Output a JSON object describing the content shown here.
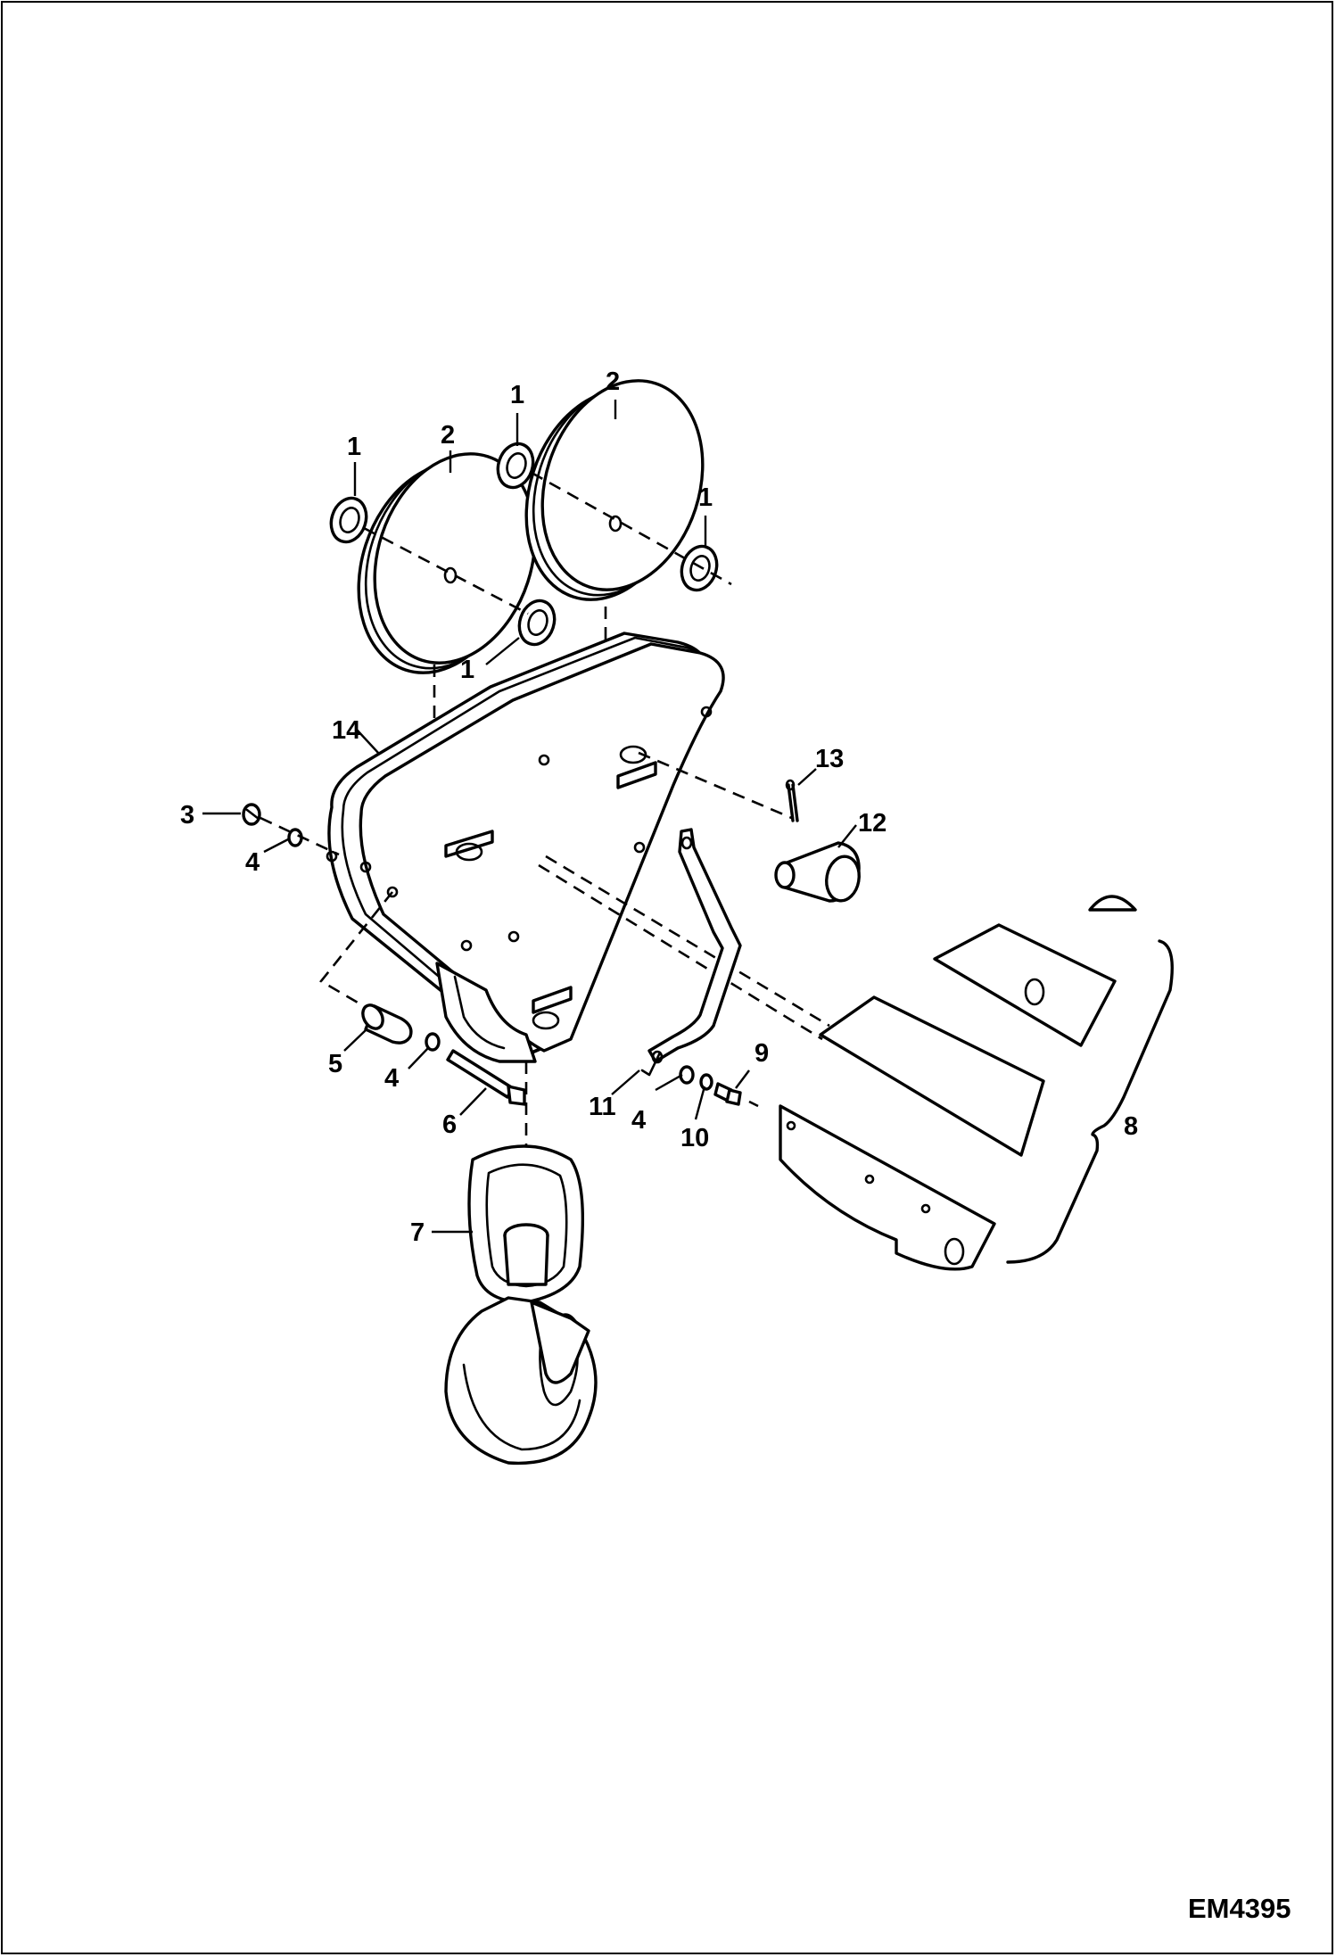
{
  "figure": {
    "drawing_code": "EM4395",
    "callouts": [
      "1",
      "2",
      "3",
      "4",
      "5",
      "6",
      "7",
      "8",
      "9",
      "10",
      "11",
      "12",
      "13",
      "14"
    ]
  },
  "labels": {
    "c1a": "1",
    "c1b": "1",
    "c1c": "1",
    "c1d": "1",
    "c2a": "2",
    "c2b": "2",
    "c3": "3",
    "c4a": "4",
    "c4b": "4",
    "c4c": "4",
    "c5": "5",
    "c6": "6",
    "c7": "7",
    "c8": "8",
    "c9": "9",
    "c10": "10",
    "c11": "11",
    "c12": "12",
    "c13": "13",
    "c14": "14"
  }
}
